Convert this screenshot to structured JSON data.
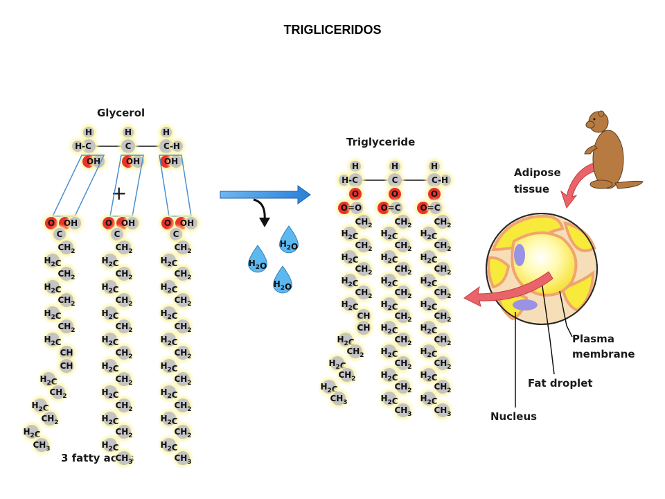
{
  "title": "TRIGLICERIDOS",
  "labels": {
    "glycerol": "Glycerol",
    "fatty_acids": "3 fatty acids",
    "triglyceride": "Triglyceride",
    "plus": "+",
    "adipose_tissue": [
      "Adipose",
      "tissue"
    ],
    "plasma_membrane": [
      "Plasma",
      "membrane"
    ],
    "fat_droplet": "Fat droplet",
    "nucleus": "Nucleus",
    "water": "H2O"
  },
  "glycerol_atoms": {
    "h": "H",
    "hc": "H-C",
    "c": "C",
    "ch": "C-H",
    "oh": "OH"
  },
  "fatty_acid_head": {
    "o": "O",
    "oh": "OH",
    "c": "C"
  },
  "fatty_acid_chains": [
    [
      "CH2",
      "H2C",
      "CH2",
      "H2C",
      "CH2",
      "H2C",
      "CH2",
      "H2C",
      "CH",
      "CH",
      "H2C",
      "CH2",
      "H2C",
      "CH2",
      "H2C",
      "CH3"
    ],
    [
      "CH2",
      "H2C",
      "CH2",
      "H2C",
      "CH2",
      "H2C",
      "CH2",
      "H2C",
      "CH2",
      "H2C",
      "CH2",
      "H2C",
      "CH2",
      "H2C",
      "CH2",
      "H2C",
      "CH3"
    ],
    [
      "CH2",
      "H2C",
      "CH2",
      "H2C",
      "CH2",
      "H2C",
      "CH2",
      "H2C",
      "CH2",
      "H2C",
      "CH2",
      "H2C",
      "CH2",
      "H2C",
      "CH2",
      "H2C",
      "CH3"
    ]
  ],
  "triglyceride_links": [
    "O=O",
    "O=C",
    "O=C"
  ],
  "colors": {
    "atom_gray": "#c4c4c4",
    "glow": "#fdf5a8",
    "oxygen": "#e8322c",
    "link_blue": "#4a90d0",
    "arrow_blue": "#3a8fe0",
    "water_blue": "#5cb8ee",
    "arrow_red": "#e8646a",
    "cell_yellow": "#f7ea3a",
    "cell_border": "#f0a470",
    "nucleus_purple": "#9a92e4",
    "prairie_dog": "#b77b42"
  }
}
